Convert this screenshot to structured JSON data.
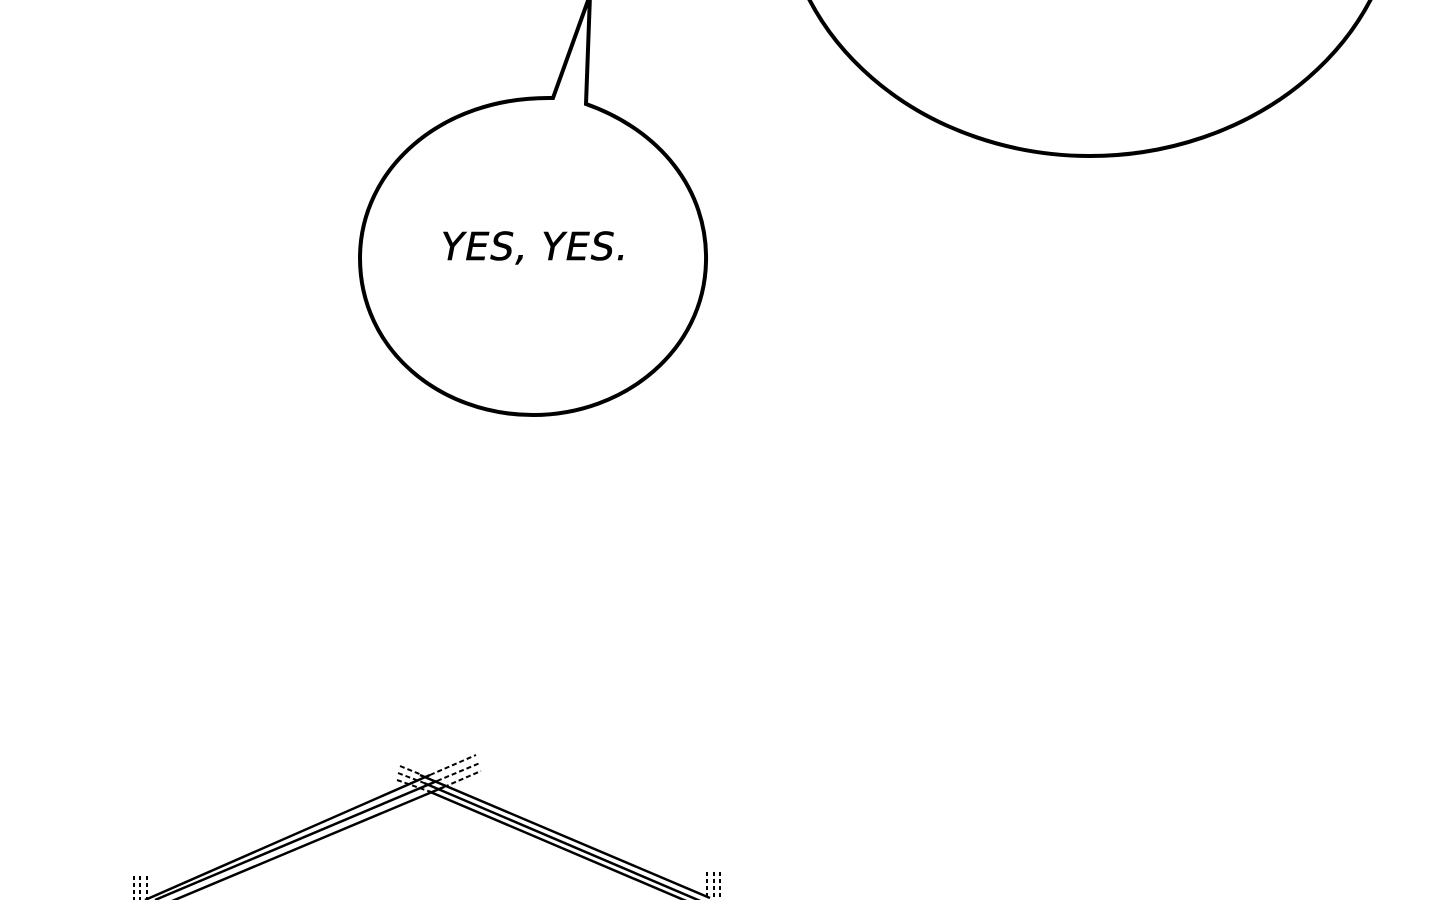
{
  "comic_panel": {
    "background_color": "#ffffff",
    "ink_color": "#000000",
    "speech_bubbles": [
      {
        "id": "large-bubble-top-right",
        "text": "",
        "shape": "ellipse",
        "partially_visible": true
      },
      {
        "id": "small-bubble-center-left",
        "text": "YES, YES.",
        "shape": "ellipse-with-tail",
        "tail_direction": "up"
      }
    ],
    "drawing": {
      "description": "roof-line peak with triple lines and dashed construction marks"
    }
  }
}
